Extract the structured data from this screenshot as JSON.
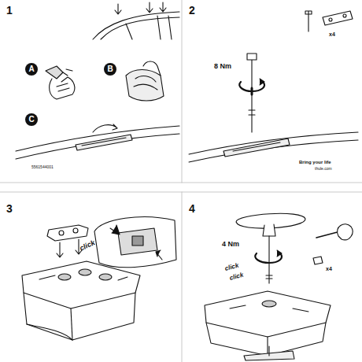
{
  "diagram": {
    "nodes": [
      {
        "text": [
          "A"
        ]
      },
      {
        "text": [
          "B"
        ]
      },
      {
        "text": [
          "C"
        ]
      }
    ],
    "labels": [
      "1",
      "5561544001",
      "2",
      "8 Nm",
      "x4",
      "Bring your life",
      "thule.com",
      "3",
      "click",
      "4",
      "4 Nm",
      "click",
      "click",
      "x4"
    ]
  }
}
